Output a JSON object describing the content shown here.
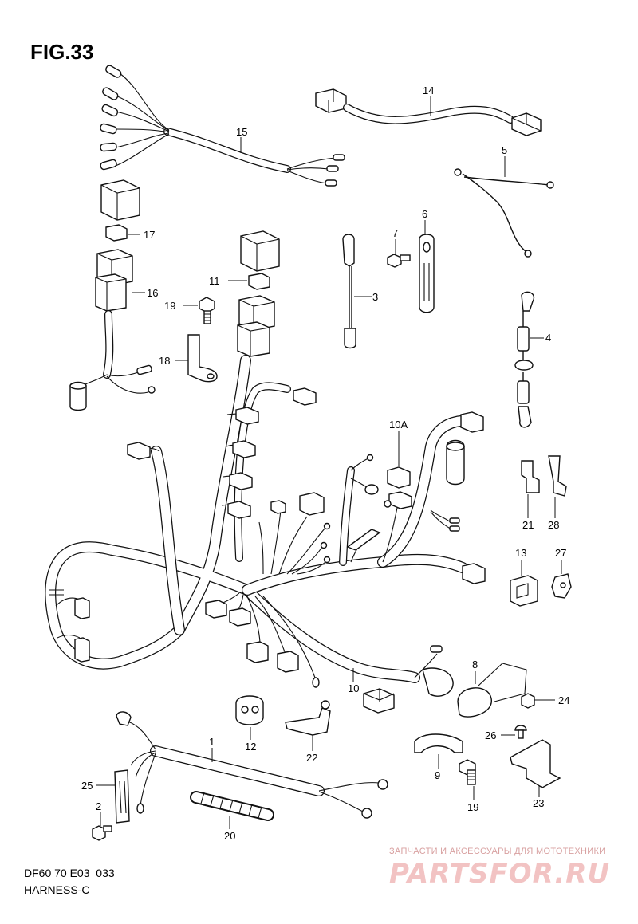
{
  "figure": {
    "title": "FIG.33",
    "code": "DF60 70 E03_033",
    "name": "HARNESS-C"
  },
  "watermark": {
    "tagline": "ЗАПЧАСТИ И АКСЕССУАРЫ ДЛЯ МОТОТЕХНИКИ",
    "logo": "PARTSFOR.RU"
  },
  "callouts": {
    "c1": "1",
    "c2": "2",
    "c3": "3",
    "c4": "4",
    "c5": "5",
    "c6": "6",
    "c7": "7",
    "c8": "8",
    "c9": "9",
    "c10": "10",
    "c10a": "10A",
    "c11": "11",
    "c12": "12",
    "c13": "13",
    "c14": "14",
    "c15": "15",
    "c16": "16",
    "c17": "17",
    "c18": "18",
    "c19a": "19",
    "c19b": "19",
    "c20": "20",
    "c21": "21",
    "c22": "22",
    "c23": "23",
    "c24": "24",
    "c25": "25",
    "c26": "26",
    "c27": "27",
    "c28": "28"
  }
}
